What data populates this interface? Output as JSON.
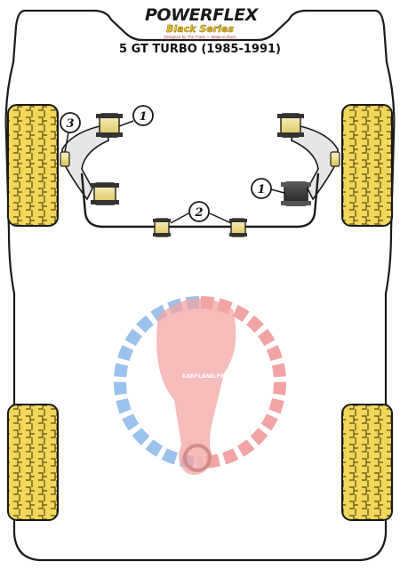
{
  "header": {
    "brand": "POWERFLEX",
    "series": "Black Series",
    "tagline": "Designed by The Truck — Made to Race"
  },
  "title": "5 GT TURBO (1985-1991)",
  "callouts": [
    "1",
    "2",
    "3"
  ],
  "watermark_text": "KARFLAND.FR",
  "colors": {
    "tyre_fill": "#f2d75a",
    "bush_fill": "#eedc7a",
    "outline": "#1a1a1a",
    "watermark_red": "#e85a5a",
    "watermark_blue": "#4a8fe0"
  }
}
